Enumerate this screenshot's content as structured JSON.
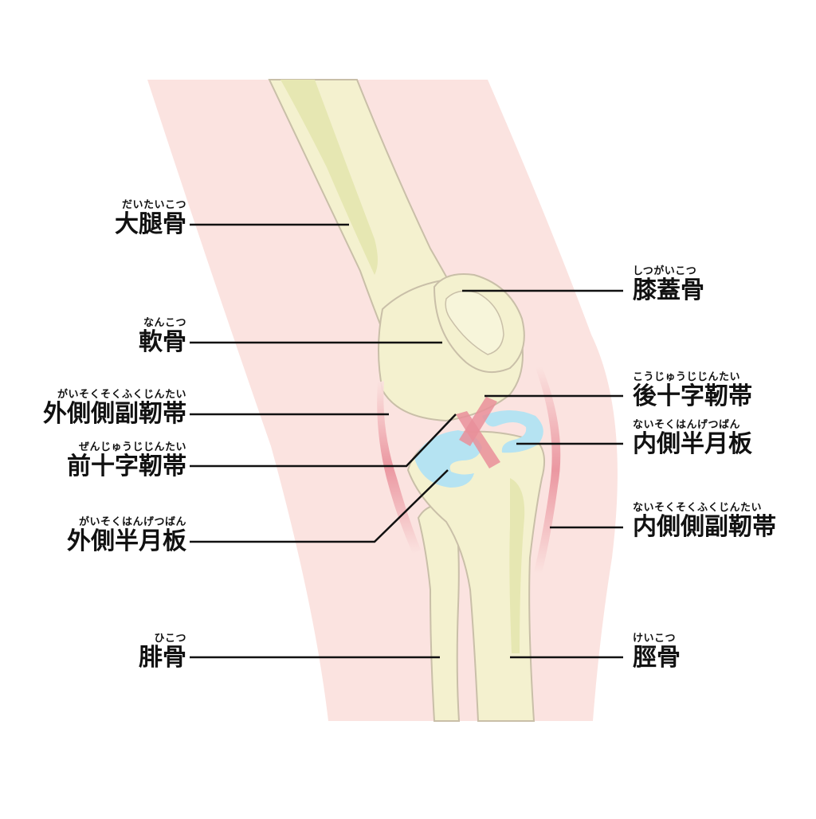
{
  "labels": {
    "femur": {
      "ruby": "だいたいこつ",
      "text": "大腿骨"
    },
    "cartilage": {
      "ruby": "なんこつ",
      "text": "軟骨"
    },
    "lcl": {
      "ruby": "がいそくそくふくじんたい",
      "text": "外側側副靭帯"
    },
    "acl": {
      "ruby": "ぜんじゅうじじんたい",
      "text": "前十字靭帯"
    },
    "lateral_meniscus": {
      "ruby": "がいそくはんげつばん",
      "text": "外側半月板"
    },
    "fibula": {
      "ruby": "ひこつ",
      "text": "腓骨"
    },
    "patella": {
      "ruby": "しつがいこつ",
      "text": "膝蓋骨"
    },
    "pcl": {
      "ruby": "こうじゅうじじんたい",
      "text": "後十字靭帯"
    },
    "medial_meniscus": {
      "ruby": "ないそくはんげつばん",
      "text": "内側半月板"
    },
    "mcl": {
      "ruby": "ないそくそくふくじんたい",
      "text": "内側側副靭帯"
    },
    "tibia": {
      "ruby": "けいこつ",
      "text": "脛骨"
    }
  },
  "colors": {
    "skin": "#fbe3e0",
    "bone": "#f4f1cf",
    "bone_shadow": "#e6e7b2",
    "outline": "#c9bfa8",
    "ligament": "#e98f9a",
    "meniscus": "#b5e3f2",
    "line": "#111111"
  }
}
